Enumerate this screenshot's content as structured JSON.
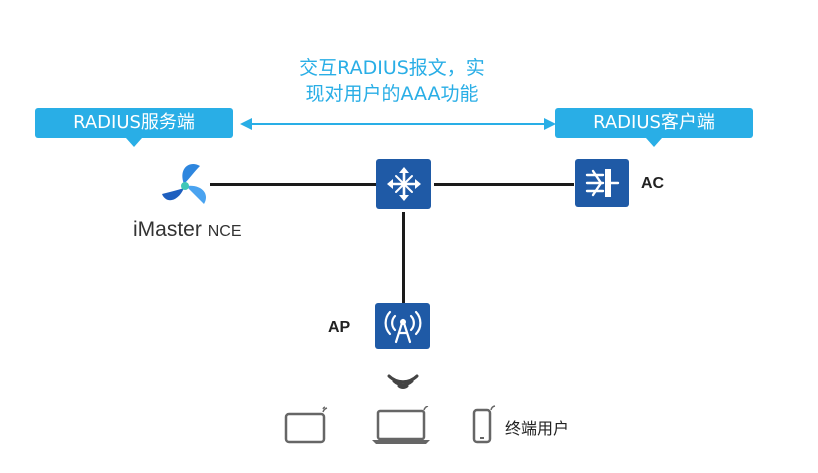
{
  "callouts": {
    "server": "RADIUS服务端",
    "client": "RADIUS客户端"
  },
  "exchange": {
    "line1": "交互RADIUS报文，实",
    "line2": "现对用户的AAA功能"
  },
  "nodes": {
    "nce_main": "iMaster",
    "nce_suffix": "NCE",
    "ac": "AC",
    "ap": "AP",
    "terminal_users": "终端用户"
  },
  "colors": {
    "callout": "#29aee6",
    "device": "#1f5aa6",
    "link": "#1a1a1a"
  }
}
